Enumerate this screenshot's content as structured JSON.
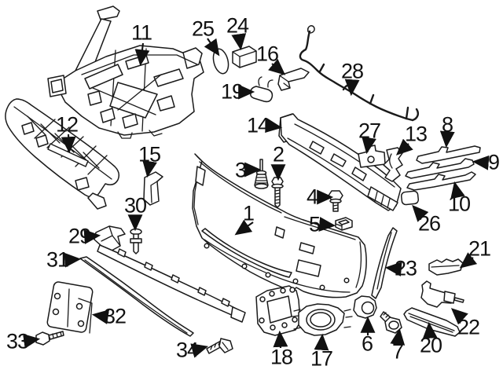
{
  "diagram": {
    "background_color": "#ffffff",
    "line_color": "#1a1a1a",
    "label_color": "#111111",
    "callouts": [
      {
        "number": "1"
      },
      {
        "number": "2"
      },
      {
        "number": "3"
      },
      {
        "number": "4"
      },
      {
        "number": "5"
      },
      {
        "number": "6"
      },
      {
        "number": "7"
      },
      {
        "number": "8"
      },
      {
        "number": "9"
      },
      {
        "number": "10"
      },
      {
        "number": "11"
      },
      {
        "number": "12"
      },
      {
        "number": "13"
      },
      {
        "number": "14"
      },
      {
        "number": "15"
      },
      {
        "number": "16"
      },
      {
        "number": "17"
      },
      {
        "number": "18"
      },
      {
        "number": "19"
      },
      {
        "number": "20"
      },
      {
        "number": "21"
      },
      {
        "number": "22"
      },
      {
        "number": "23"
      },
      {
        "number": "24"
      },
      {
        "number": "25"
      },
      {
        "number": "26"
      },
      {
        "number": "27"
      },
      {
        "number": "28"
      },
      {
        "number": "29"
      },
      {
        "number": "30"
      },
      {
        "number": "31"
      },
      {
        "number": "32"
      },
      {
        "number": "33"
      },
      {
        "number": "34"
      }
    ]
  }
}
